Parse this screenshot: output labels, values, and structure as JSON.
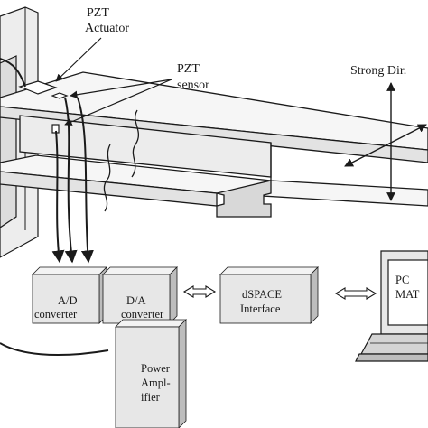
{
  "labels": {
    "pzt_actuator_line1": "PZT",
    "pzt_actuator_line2": "Actuator",
    "pzt_sensor_line1": "PZT",
    "pzt_sensor_line2": "sensor",
    "strong_dir": "Strong Dir."
  },
  "boxes": {
    "ad_line1": "A/D",
    "ad_line2": "converter",
    "da_line1": "D/A",
    "da_line2": "converter",
    "dspace_line1": "dSPACE",
    "dspace_line2": "Interface",
    "power_line1": "Power",
    "power_line2": "Ampl-",
    "power_line3": "ifier",
    "pc_line1": "PC",
    "pc_line2": "MAT"
  },
  "colors": {
    "box_front": "#e7e7e7",
    "box_side": "#bdbdbd",
    "box_top": "#f3f3f3",
    "wall": "#ededed",
    "line": "#1a1a1a"
  }
}
